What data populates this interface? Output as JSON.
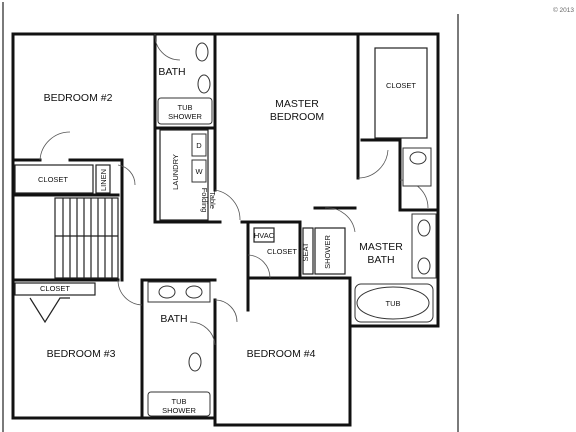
{
  "watermark": "© 2013",
  "rooms": {
    "bedroom2": "BEDROOM #2",
    "bath_upper": "BATH",
    "master_bedroom_line1": "MASTER",
    "master_bedroom_line2": "BEDROOM",
    "master_closet": "CLOSET",
    "closet_left": "CLOSET",
    "linen": "LINEN",
    "laundry": "LAUNDRY",
    "folding_table_line1": "Folding",
    "folding_table_line2": "Table",
    "hvac": "HVAC",
    "closet_center": "CLOSET",
    "seat": "SEAT",
    "shower": "SHOWER",
    "master_bath_line1": "MASTER",
    "master_bath_line2": "BATH",
    "tub": "TUB",
    "closet_lower": "CLOSET",
    "bath_lower": "BATH",
    "bedroom3": "BEDROOM #3",
    "bedroom4": "BEDROOM #4"
  },
  "fixtures": {
    "tub_shower_upper_line1": "TUB",
    "tub_shower_upper_line2": "SHOWER",
    "tub_shower_lower_line1": "TUB",
    "tub_shower_lower_line2": "SHOWER",
    "dryer": "D",
    "washer": "W"
  }
}
